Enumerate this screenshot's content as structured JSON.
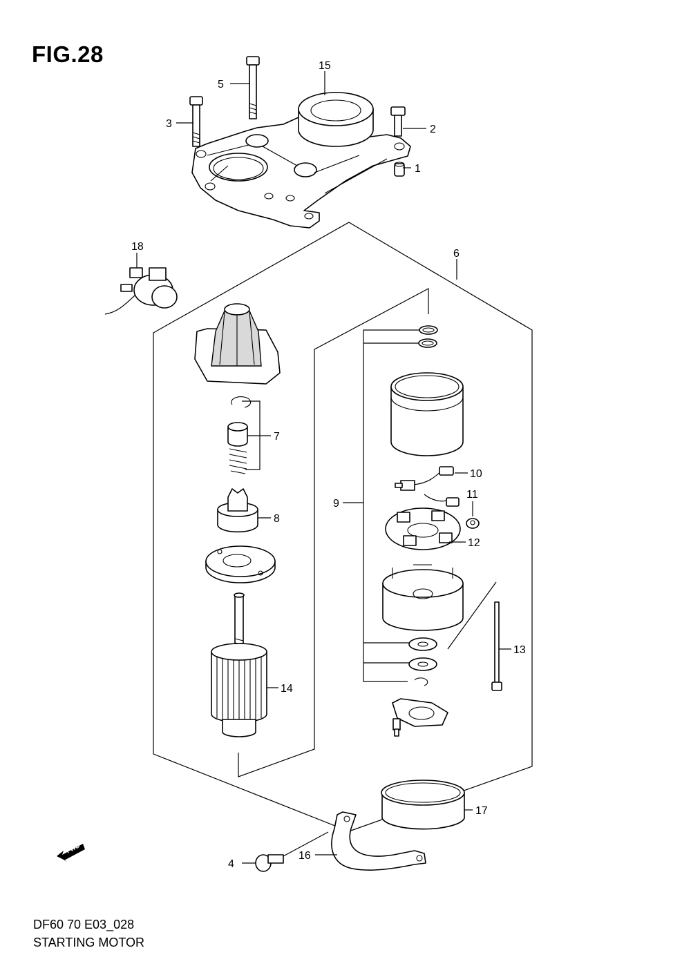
{
  "figure": {
    "title": "FIG.28",
    "code": "DF60 70 E03_028",
    "name": "STARTING MOTOR"
  },
  "fwd_label": "FWD",
  "callouts": {
    "c1": "1",
    "c2": "2",
    "c3": "3",
    "c4": "4",
    "c5": "5",
    "c6": "6",
    "c7": "7",
    "c8": "8",
    "c9": "9",
    "c10": "10",
    "c11": "11",
    "c12": "12",
    "c13": "13",
    "c14": "14",
    "c15": "15",
    "c16": "16",
    "c17": "17",
    "c18": "18"
  }
}
